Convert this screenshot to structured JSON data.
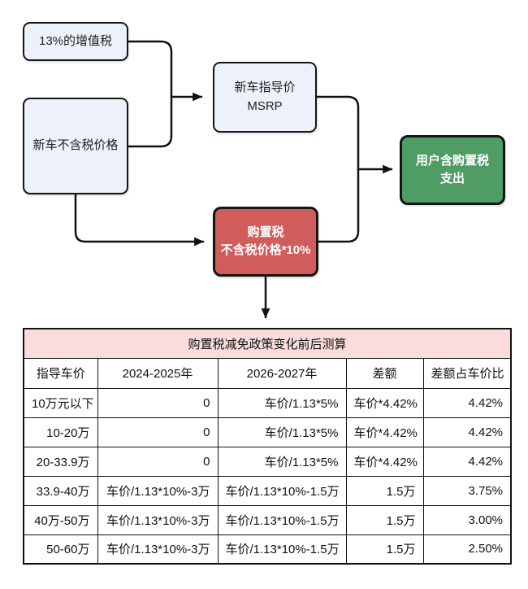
{
  "flowchart": {
    "nodes": {
      "vat": {
        "label": "13%的增值税"
      },
      "pretax": {
        "label": "新车不含税价格"
      },
      "msrp": {
        "line1": "新车指导价",
        "line2": "MSRP"
      },
      "tax": {
        "line1": "购置税",
        "line2": "不含税价格*10%"
      },
      "user": {
        "line1": "用户含购置税",
        "line2": "支出"
      }
    },
    "colors": {
      "node_fill": "#edf1f9",
      "node_border": "#141414",
      "red_fill": "#d15c5c",
      "green_fill": "#4f9d64",
      "arrow": "#111111",
      "table_title_bg": "#fadcdc"
    }
  },
  "table": {
    "title": "购置税减免政策变化前后测算",
    "headers": [
      "指导车价",
      "2024-2025年",
      "2026-2027年",
      "差额",
      "差额占车价比"
    ],
    "rows": [
      [
        "10万元以下",
        "0",
        "车价/1.13*5%",
        "车价*4.42%",
        "4.42%"
      ],
      [
        "10-20万",
        "0",
        "车价/1.13*5%",
        "车价*4.42%",
        "4.42%"
      ],
      [
        "20-33.9万",
        "0",
        "车价/1.13*5%",
        "车价*4.42%",
        "4.42%"
      ],
      [
        "33.9-40万",
        "车价/1.13*10%-3万",
        "车价/1.13*10%-1.5万",
        "1.5万",
        "3.75%"
      ],
      [
        "40万-50万",
        "车价/1.13*10%-3万",
        "车价/1.13*10%-1.5万",
        "1.5万",
        "3.00%"
      ],
      [
        "50-60万",
        "车价/1.13*10%-3万",
        "车价/1.13*10%-1.5万",
        "1.5万",
        "2.50%"
      ]
    ]
  }
}
